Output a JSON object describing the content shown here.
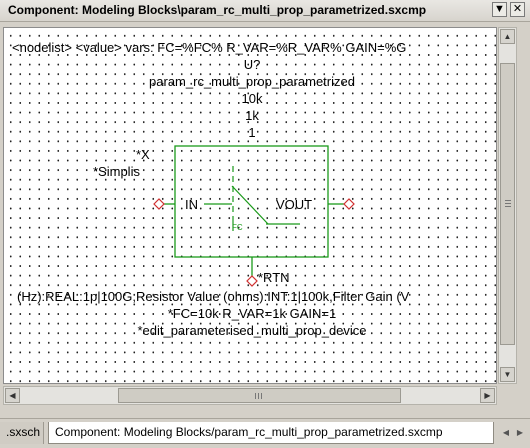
{
  "window": {
    "title": "Component: Modeling Blocks\\param_rc_multi_prop_parametrized.sxcmp",
    "menu_icon": "triangle-down",
    "close_icon": "close-x"
  },
  "schematic": {
    "texts": {
      "nodelist": "<nodelist> <value> vars: FC=%FC% R_VAR=%R_VAR% GAIN=%G",
      "ref": "U?",
      "name": "param_rc_multi_prop_parametrized",
      "v1": "10k",
      "v2": "1k",
      "v3": "1",
      "star_x": "*X",
      "simplis": "*Simplis",
      "pin_in": "IN",
      "pin_out": "VOUT",
      "fc_label": "FC",
      "rtn": "*RTN",
      "params": "(Hz):REAL:1p|100G,Resistor Value (ohms):INT:1|100k,Filter Gain (V",
      "vars": "*FC=10k R_VAR=1k GAIN=1",
      "edit": "*edit_parameterised_multi_prop_device"
    },
    "colors": {
      "body": "#1b9a1b",
      "pin": "#d03030",
      "text": "#000000"
    }
  },
  "tabs": [
    {
      "label": ".sxsch"
    },
    {
      "label": "Component: Modeling Blocks/param_rc_multi_prop_parametrized.sxcmp"
    }
  ]
}
